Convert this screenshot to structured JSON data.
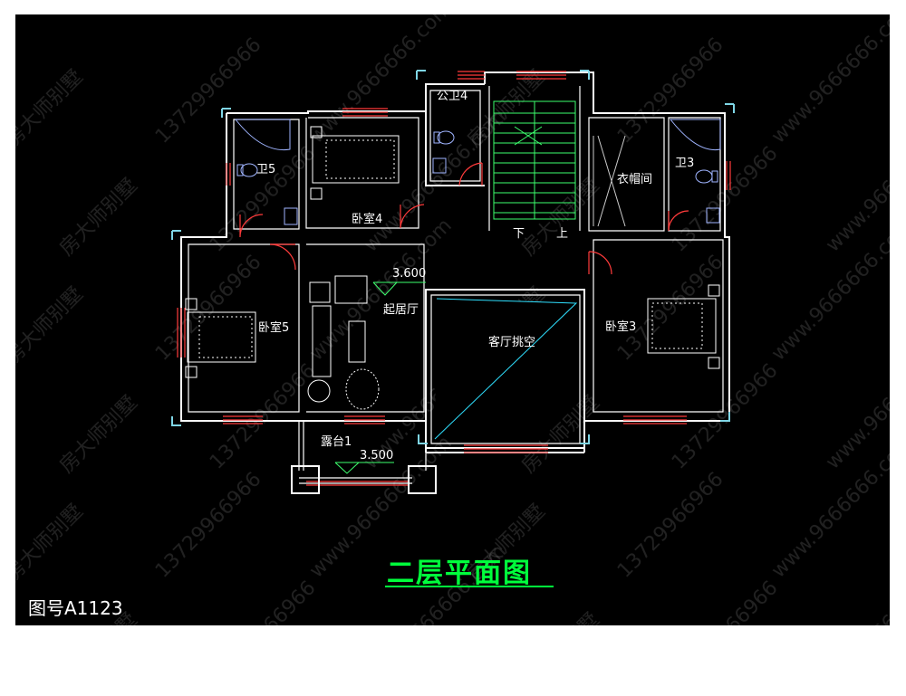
{
  "plan": {
    "title": "二层平面图",
    "drawing_number": "图号A1123",
    "rooms": [
      {
        "id": "wc4",
        "label": "公卫4"
      },
      {
        "id": "wc5",
        "label": "卫5"
      },
      {
        "id": "bedroom4",
        "label": "卧室4"
      },
      {
        "id": "wc3",
        "label": "卫3"
      },
      {
        "id": "cloakroom",
        "label": "衣帽间"
      },
      {
        "id": "bedroom5",
        "label": "卧室5"
      },
      {
        "id": "family-room",
        "label": "起居厅"
      },
      {
        "id": "living-void",
        "label": "客厅挑空"
      },
      {
        "id": "bedroom3",
        "label": "卧室3"
      },
      {
        "id": "terrace1",
        "label": "露台1"
      }
    ],
    "stairs": {
      "down": "下",
      "up": "上"
    },
    "elevations": [
      {
        "id": "elev-family",
        "value": "3.600"
      },
      {
        "id": "elev-terrace",
        "value": "3.500"
      }
    ]
  },
  "watermarks": [
    "房大师别墅",
    "13729966966",
    "www.9666666.com"
  ],
  "colors": {
    "background": "#000000",
    "wall": "#ffffff",
    "window": "#ff3b3b",
    "fixture": "#9fb4ff",
    "stair": "#3dff6e",
    "column": "#7fd6e6",
    "title": "#00ff3c",
    "void": "#2fe0ff"
  }
}
